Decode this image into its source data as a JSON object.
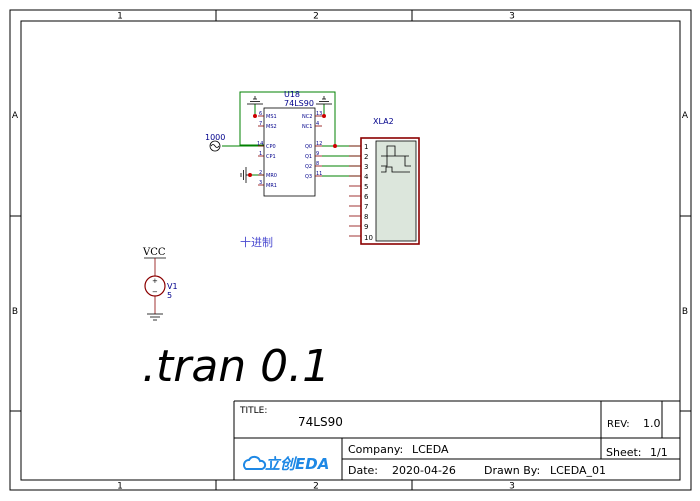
{
  "frame": {
    "col_labels": [
      "1",
      "2",
      "3"
    ],
    "row_labels": [
      "A",
      "B"
    ]
  },
  "chip": {
    "ref": "U18",
    "part": "74LS90",
    "left_pins": [
      {
        "num": "6",
        "name": "MS1"
      },
      {
        "num": "7",
        "name": "MS2"
      },
      {
        "num": "14",
        "name": "CP0"
      },
      {
        "num": "1",
        "name": "CP1"
      },
      {
        "num": "2",
        "name": "MR0"
      },
      {
        "num": "3",
        "name": "MR1"
      }
    ],
    "right_pins": [
      {
        "num": "13",
        "name": "NC2"
      },
      {
        "num": "4",
        "name": "NC1"
      },
      {
        "num": "12",
        "name": "Q0"
      },
      {
        "num": "9",
        "name": "Q1"
      },
      {
        "num": "8",
        "name": "Q2"
      },
      {
        "num": "11",
        "name": "Q3"
      }
    ]
  },
  "clock_source": {
    "value": "1000"
  },
  "analyzer": {
    "ref": "XLA2",
    "pins": [
      "1",
      "2",
      "3",
      "4",
      "5",
      "6",
      "7",
      "8",
      "9",
      "10"
    ]
  },
  "annotation": "十进制",
  "power": {
    "net": "VCC",
    "ref": "V1",
    "value": "5"
  },
  "sim_command": ".tran 0.1",
  "title_block": {
    "title_label": "TITLE:",
    "title": "74LS90",
    "rev_label": "REV:",
    "rev": "1.0",
    "company_label": "Company:",
    "company": "LCEDA",
    "sheet_label": "Sheet:",
    "sheet": "1/1",
    "date_label": "Date:",
    "date": "2020-04-26",
    "drawn_label": "Drawn By:",
    "drawn": "LCEDA_01",
    "logo_text": "立创EDA"
  },
  "colors": {
    "frame": "#000000",
    "wire": "#008000",
    "pin": "#8b0000",
    "junction": "#cc0000",
    "label": "#00008b",
    "symbol_fill": "#dce6dc"
  }
}
